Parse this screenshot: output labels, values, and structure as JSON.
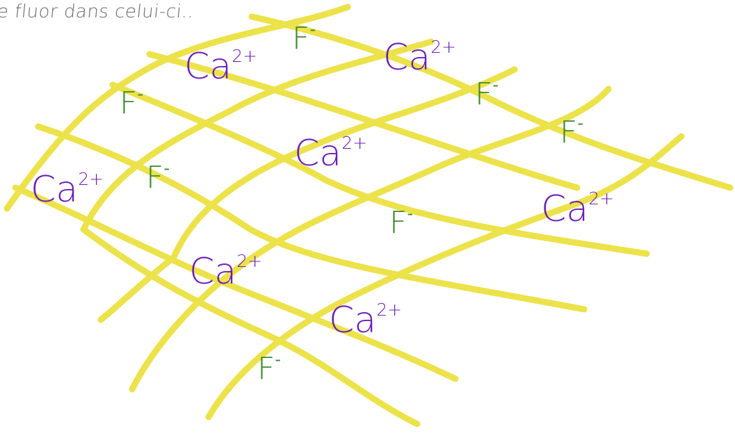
{
  "caption": "e fluor dans celui-ci..",
  "colors": {
    "grid": "#ece24a",
    "calcium": "#6a1fb5",
    "fluoride": "#3d8a2f",
    "caption": "#6b6b6b"
  },
  "ion_labels": {
    "calcium": {
      "symbol": "Ca",
      "charge": "2+"
    },
    "fluoride": {
      "symbol": "F",
      "charge": "-"
    }
  }
}
